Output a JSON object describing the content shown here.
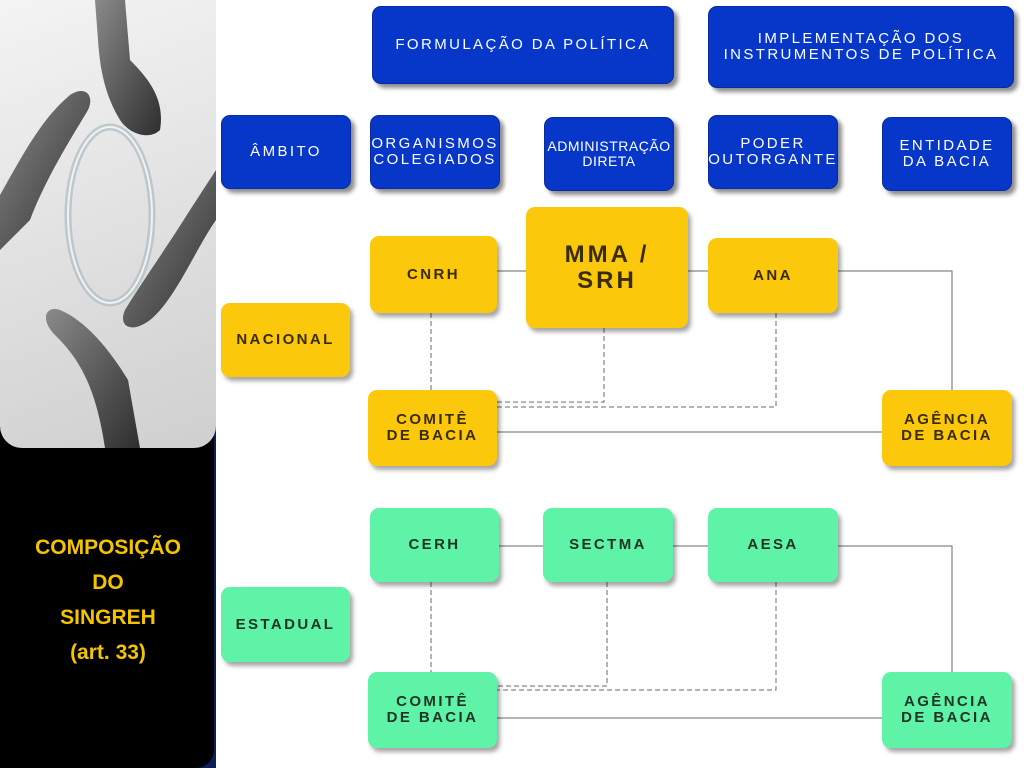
{
  "sidebar": {
    "title_lines": [
      "COMPOSIÇÃO",
      "DO",
      "SINGREH",
      "(art. 33)"
    ]
  },
  "header": {
    "formulacao": "FORMULAÇÃO DA POLÍTICA",
    "implementacao": "IMPLEMENTAÇÃO DOS\nINSTRUMENTOS DE POLÍTICA"
  },
  "categories": {
    "ambito": "ÂMBITO",
    "organismos": "ORGANISMOS\nCOLEGIADOS",
    "administracao": "ADMINISTRAÇÃO\nDIRETA",
    "poder": "PODER\nOUTORGANTE",
    "entidade": "ENTIDADE\nDA BACIA"
  },
  "nacional": {
    "label": "NACIONAL",
    "conselho": "CNRH",
    "administracao": "MMA / SRH",
    "agencia_federal": "ANA",
    "comite": "COMITÊ\nDE BACIA",
    "agencia_bacia": "AGÊNCIA\nDE BACIA"
  },
  "estadual": {
    "label": "ESTADUAL",
    "conselho": "CERH",
    "administracao": "SECTMA",
    "agencia_estadual": "AESA",
    "comite": "COMITÊ\nDE BACIA",
    "agencia_bacia": "AGÊNCIA\nDE BACIA"
  },
  "colors": {
    "blue": "#0637c9",
    "yellow": "#fcc80c",
    "green": "#5ef3a6",
    "sidebar_bg": "#000000",
    "title_text": "#f5c400"
  }
}
